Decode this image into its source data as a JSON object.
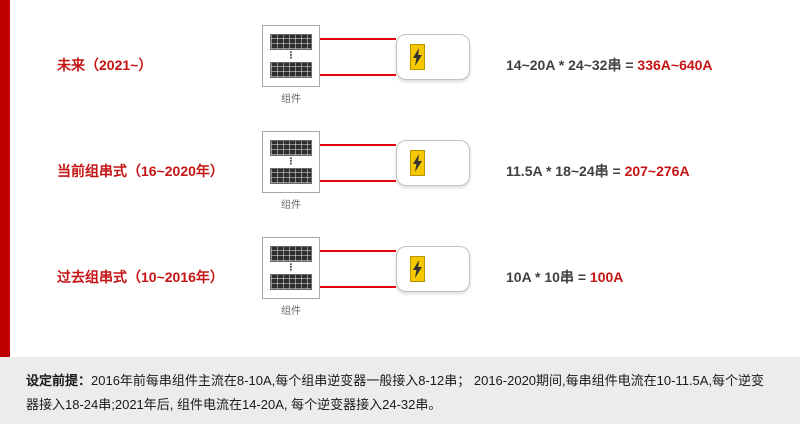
{
  "rows": [
    {
      "label": "未来（2021~）",
      "module_label": "组件",
      "formula": "14~20A * 24~32串 = ",
      "result": "336A~640A"
    },
    {
      "label": "当前组串式（16~2020年）",
      "module_label": "组件",
      "formula": "11.5A * 18~24串 = ",
      "result": "207~276A"
    },
    {
      "label": "过去组串式（10~2016年）",
      "module_label": "组件",
      "formula": "10A * 10串 = ",
      "result": "100A"
    }
  ],
  "footer": {
    "premise_label": "设定前提：",
    "premise_text": "2016年前每串组件主流在8-10A,每个组串逆变器一般接入8-12串； 2016-2020期间,每串组件电流在10-11.5A,每个逆变器接入18-24串;2021年后, 组件电流在14-20A, 每个逆变器接入24-32串。"
  },
  "icons": {
    "ellipsis": "⋮"
  },
  "colors": {
    "accent_red": "#c41414",
    "bar_red": "#c00000",
    "wire_red": "#e60012",
    "bolt_yellow": "#f6c800",
    "footer_bg": "#ececec"
  }
}
